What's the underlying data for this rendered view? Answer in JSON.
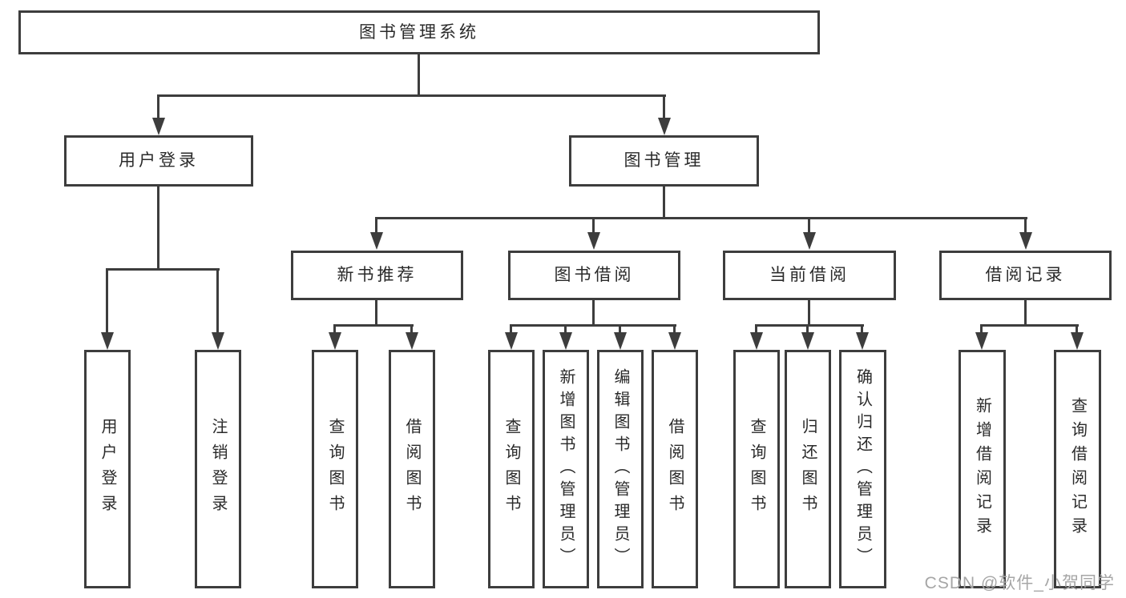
{
  "nodes": {
    "root": {
      "label": "图书管理系统"
    },
    "level2": [
      {
        "label": "用户登录"
      },
      {
        "label": "图书管理"
      }
    ],
    "level3": [
      {
        "label": "新书推荐"
      },
      {
        "label": "图书借阅"
      },
      {
        "label": "当前借阅"
      },
      {
        "label": "借阅记录"
      }
    ],
    "leaves_user_login": [
      {
        "label": "用户登录"
      },
      {
        "label": "注销登录"
      }
    ],
    "leaves_new_book": [
      {
        "label": "查询图书"
      },
      {
        "label": "借阅图书"
      }
    ],
    "leaves_book_borrow": [
      {
        "label": "查询图书"
      },
      {
        "label": "新增图书（管理员）"
      },
      {
        "label": "编辑图书（管理员）"
      },
      {
        "label": "借阅图书"
      }
    ],
    "leaves_current_borrow": [
      {
        "label": "查询图书"
      },
      {
        "label": "归还图书"
      },
      {
        "label": "确认归还（管理员）"
      }
    ],
    "leaves_borrow_record": [
      {
        "label": "新增借阅记录"
      },
      {
        "label": "查询借阅记录"
      }
    ]
  },
  "watermark": {
    "text": "CSDN @软件_小贺同学"
  },
  "colors": {
    "line": "#3d3d3d",
    "text": "#2a2a2a",
    "canvas": "#ffffff",
    "watermark": "#a6a6a6"
  }
}
